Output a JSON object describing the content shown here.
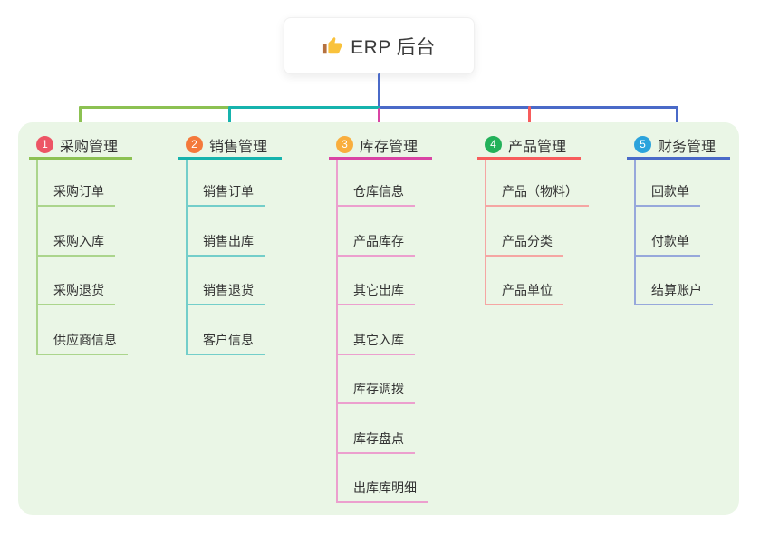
{
  "root": {
    "label": "ERP 后台",
    "icon": "thumbs-up",
    "icon_color": "#F9C23C"
  },
  "canvas": {
    "background": "#ffffff",
    "panel_background": "#EAF6E6"
  },
  "branches": [
    {
      "badge": "1",
      "badge_color": "#ED5565",
      "title": "采购管理",
      "line_color": "#8CC152",
      "child_line_color": "#ABD58C",
      "children": [
        "采购订单",
        "采购入库",
        "采购退货",
        "供应商信息"
      ]
    },
    {
      "badge": "2",
      "badge_color": "#F4793B",
      "title": "销售管理",
      "line_color": "#16B3AD",
      "child_line_color": "#73CECA",
      "children": [
        "销售订单",
        "销售出库",
        "销售退货",
        "客户信息"
      ]
    },
    {
      "badge": "3",
      "badge_color": "#F9AE3D",
      "title": "库存管理",
      "line_color": "#D944A4",
      "child_line_color": "#EC9FCE",
      "children": [
        "仓库信息",
        "产品库存",
        "其它出库",
        "其它入库",
        "库存调拨",
        "库存盘点",
        "出库库明细"
      ]
    },
    {
      "badge": "4",
      "badge_color": "#23B15A",
      "title": "产品管理",
      "line_color": "#F75C5C",
      "child_line_color": "#F5A6A3",
      "children": [
        "产品（物料）",
        "产品分类",
        "产品单位"
      ]
    },
    {
      "badge": "5",
      "badge_color": "#2BA3DC",
      "title": "财务管理",
      "line_color": "#4A6AC8",
      "child_line_color": "#97A8DB",
      "children": [
        "回款单",
        "付款单",
        "结算账户"
      ]
    }
  ]
}
